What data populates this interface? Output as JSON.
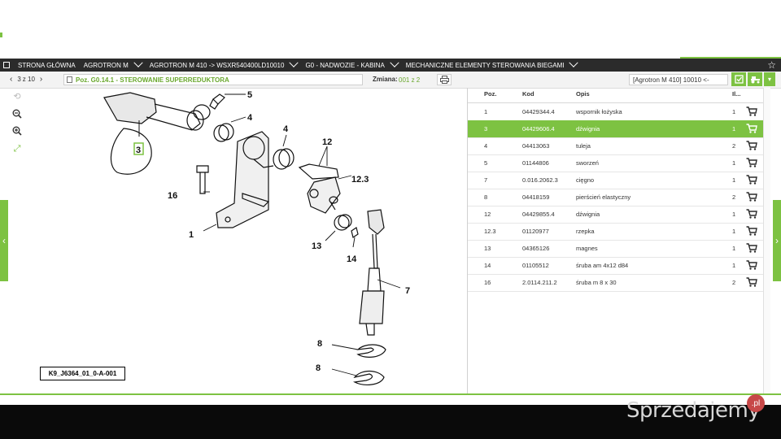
{
  "breadcrumb": [
    "STRONA GŁÓWNA",
    "AGROTRON M",
    "AGROTRON M 410 -> WSXR540400LD10010",
    "G0 - NADWOZIE - KABINA",
    "MECHANICZNE ELEMENTY STEROWANIA BIEGAMI"
  ],
  "toolbar": {
    "page_current": "3",
    "page_of": "z 10",
    "position": "Poz. G0.14.1 - STEROWANIE SUPERREDUKTORA",
    "change_label": "Zmiana:",
    "change_value": "001 z 2",
    "search_value": "[Agrotron M 410] 10010 <-"
  },
  "diagram": {
    "id_label": "K9_J6364_01_0-A-001",
    "callouts": [
      "5",
      "4",
      "4",
      "3",
      "12",
      "12.3",
      "16",
      "1",
      "13",
      "14",
      "7",
      "8",
      "8"
    ]
  },
  "table": {
    "headers": {
      "pos": "Poz.",
      "code": "Kod",
      "desc": "Opis",
      "qty": "Il..."
    },
    "rows": [
      {
        "pos": "1",
        "code": "04429344.4",
        "desc": "wspornik łożyska",
        "qty": "1"
      },
      {
        "pos": "3",
        "code": "04429606.4",
        "desc": "dźwignia",
        "qty": "1",
        "selected": true
      },
      {
        "pos": "4",
        "code": "04413063",
        "desc": "tuleja",
        "qty": "2"
      },
      {
        "pos": "5",
        "code": "01144806",
        "desc": "sworzeń",
        "qty": "1"
      },
      {
        "pos": "7",
        "code": "0.016.2062.3",
        "desc": "cięgno",
        "qty": "1"
      },
      {
        "pos": "8",
        "code": "04418159",
        "desc": "pierścień elastyczny",
        "qty": "2"
      },
      {
        "pos": "12",
        "code": "04429855.4",
        "desc": "dźwignia",
        "qty": "1"
      },
      {
        "pos": "12.3",
        "code": "01120977",
        "desc": "rzepka",
        "qty": "1"
      },
      {
        "pos": "13",
        "code": "04365126",
        "desc": "magnes",
        "qty": "1"
      },
      {
        "pos": "14",
        "code": "01105512",
        "desc": "śruba am 4x12 d84",
        "qty": "1"
      },
      {
        "pos": "16",
        "code": "2.0114.211.2",
        "desc": "śruba m 8 x 30",
        "qty": "2"
      }
    ]
  },
  "watermark": {
    "text": "Sprzedajemy",
    "badge": ".pl"
  },
  "colors": {
    "accent": "#7dc242",
    "dark_bar": "#2b2b2b"
  },
  "icons": [
    "home-icon",
    "star-icon",
    "print-icon",
    "checklist-icon",
    "tractor-icon",
    "rotate-icon",
    "zoom-out-icon",
    "zoom-in-icon",
    "fit-icon",
    "cart-icon",
    "chevron-left-icon",
    "chevron-right-icon"
  ]
}
